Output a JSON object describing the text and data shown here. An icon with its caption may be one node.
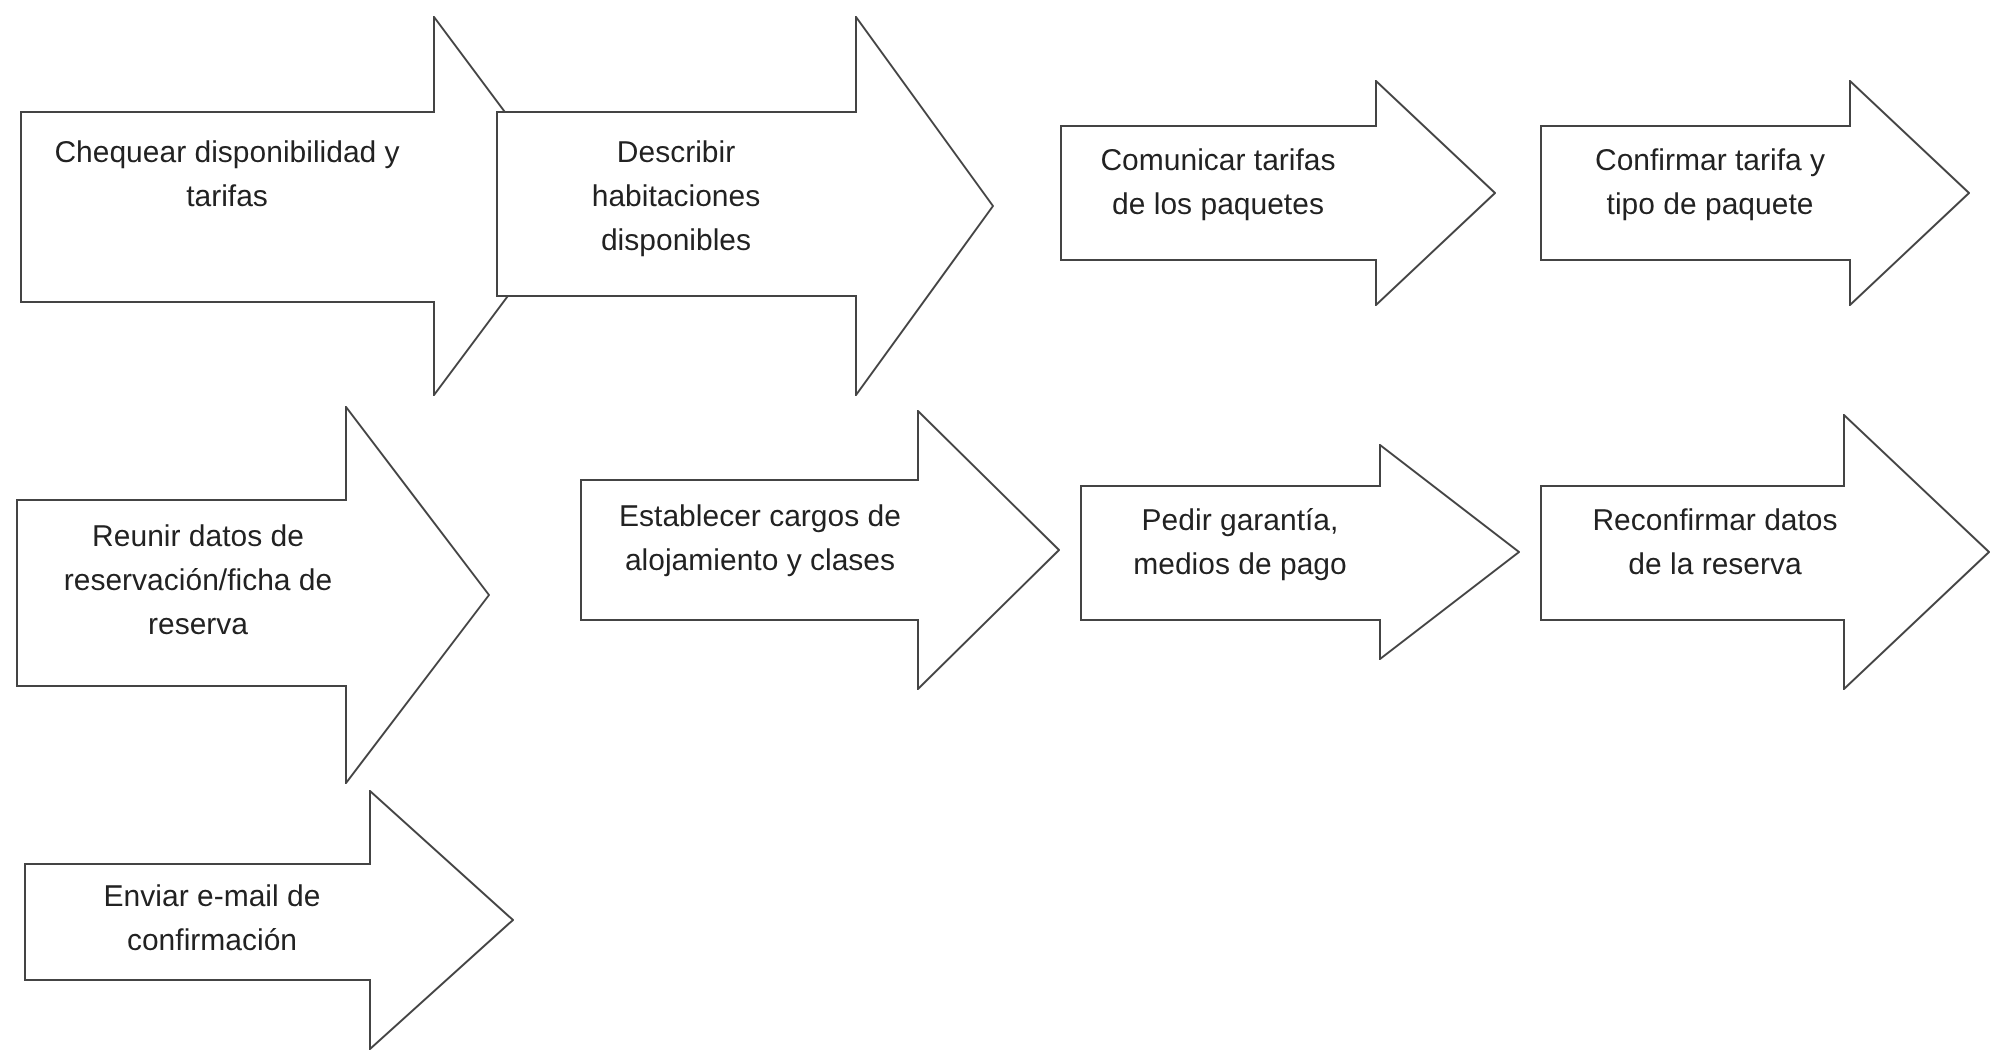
{
  "diagram": {
    "nodes": [
      {
        "text": [
          "Chequear disponibilidad y tarifas"
        ]
      },
      {
        "text": [
          "Describir habitaciones disponibles"
        ]
      },
      {
        "text": [
          "Comunicar tarifas de los paquetes"
        ]
      },
      {
        "text": [
          "Confirmar tarifa y tipo de paquete"
        ]
      },
      {
        "text": [
          "Reunir datos de reservación/ficha de reserva"
        ]
      },
      {
        "text": [
          "Establecer cargos de alojamiento y clases"
        ]
      },
      {
        "text": [
          "Pedir garantía, medios de pago"
        ]
      },
      {
        "text": [
          "Reconfirmar datos de la reserva"
        ]
      },
      {
        "text": [
          "Enviar e-mail de confirmación"
        ]
      }
    ]
  }
}
